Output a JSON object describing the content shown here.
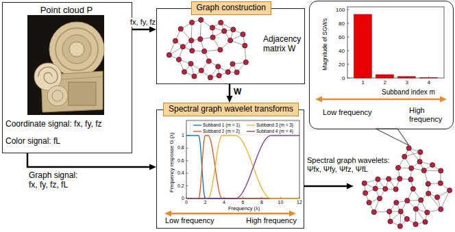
{
  "diagram": {
    "nodes": [
      {
        "text": [
          "Point cloud P",
          "Coordinate signal: fx, fy, fz",
          "Color signal: fL"
        ]
      },
      {
        "text": [
          "Graph construction",
          "Adjacency matrix W"
        ]
      },
      {
        "text": [
          "Spectral graph wavelet transforms",
          "Frequency response G (λ)",
          "Frequency (λ)",
          "Low frequency",
          "High frequency"
        ]
      },
      {
        "text": [
          "Magnitude of SGWs",
          "Subband index m",
          "Low frequency",
          "High frequency"
        ]
      }
    ],
    "edges": [
      {
        "from": 0,
        "to": 1,
        "arrow": "to",
        "label": "fx, fy, fz"
      },
      {
        "from": 1,
        "to": 2,
        "arrow": "to",
        "label": "W"
      },
      {
        "from": 0,
        "to": 2,
        "arrow": "to",
        "label": "Graph signal: fx, fy, fz, fL"
      }
    ],
    "labels": [
      "Spectral graph wavelets: Ψfx, Ψfy, Ψfz, ΨfL",
      "0",
      "0.2",
      "0.4",
      "0.6",
      "0.8",
      "1",
      "0",
      "2",
      "4",
      "6",
      "8",
      "10",
      "12",
      "0",
      "20",
      "40",
      "60",
      "80",
      "100",
      "1",
      "2",
      "3",
      "4"
    ],
    "legend": [
      {
        "text": "Subband 1 (m = 1)"
      },
      {
        "text": "Subband 2 (m = 2)"
      },
      {
        "text": "Subband 3 (m = 3)"
      },
      {
        "text": "Subband 4 (m = 4)"
      }
    ]
  }
}
